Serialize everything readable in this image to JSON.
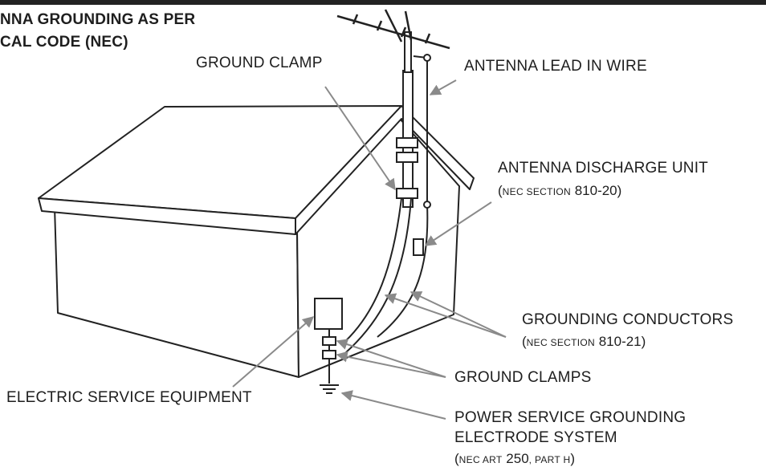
{
  "title": {
    "line1": "NNA GROUNDING AS PER",
    "line2": "CAL CODE (NEC)"
  },
  "labels": {
    "ground_clamp": "GROUND CLAMP",
    "antenna_lead": "ANTENNA LEAD IN WIRE",
    "discharge_unit": "ANTENNA DISCHARGE UNIT",
    "discharge_ref": {
      "open": "(",
      "sc": "NEC SECTION",
      "num": " 810-20",
      "close": ")"
    },
    "grounding_conductors": "GROUNDING CONDUCTORS",
    "conductors_ref": {
      "open": "(",
      "sc": "NEC SECTION",
      "num": " 810-21",
      "close": ")"
    },
    "ground_clamps": "GROUND CLAMPS",
    "electric_service": "ELECTRIC SERVICE EQUIPMENT",
    "power_line1": "POWER SERVICE GROUNDING",
    "power_line2": "ELECTRODE SYSTEM",
    "power_ref": {
      "open": "(",
      "sc1": "NEC ART",
      "num": " 250",
      "sc2": ", PART H",
      "close": ")"
    }
  }
}
